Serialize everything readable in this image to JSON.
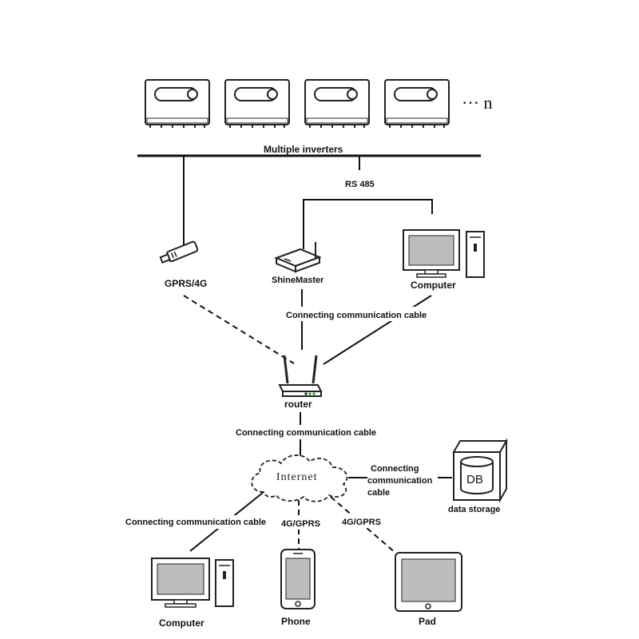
{
  "inverters": {
    "count_shown": 4,
    "more_label": "··· n"
  },
  "labels": {
    "multiple_inverters": "Multiple inverters",
    "rs485": "RS 485",
    "gprs4g": "GPRS/4G",
    "shinemaster": "ShineMaster",
    "computer_top": "Computer",
    "cable_top": "Connecting communication cable",
    "router": "router",
    "cable_mid": "Connecting communication cable",
    "internet": "Internet",
    "storage_cable_l1": "Connecting",
    "storage_cable_l2": "communication",
    "storage_cable_l3": "cable",
    "db": "DB",
    "data_storage": "data storage",
    "cable_bottom": "Connecting communication cable",
    "phone_link": "4G/GPRS",
    "pad_link": "4G/GPRS",
    "computer_bottom": "Computer",
    "phone": "Phone",
    "pad": "Pad"
  }
}
